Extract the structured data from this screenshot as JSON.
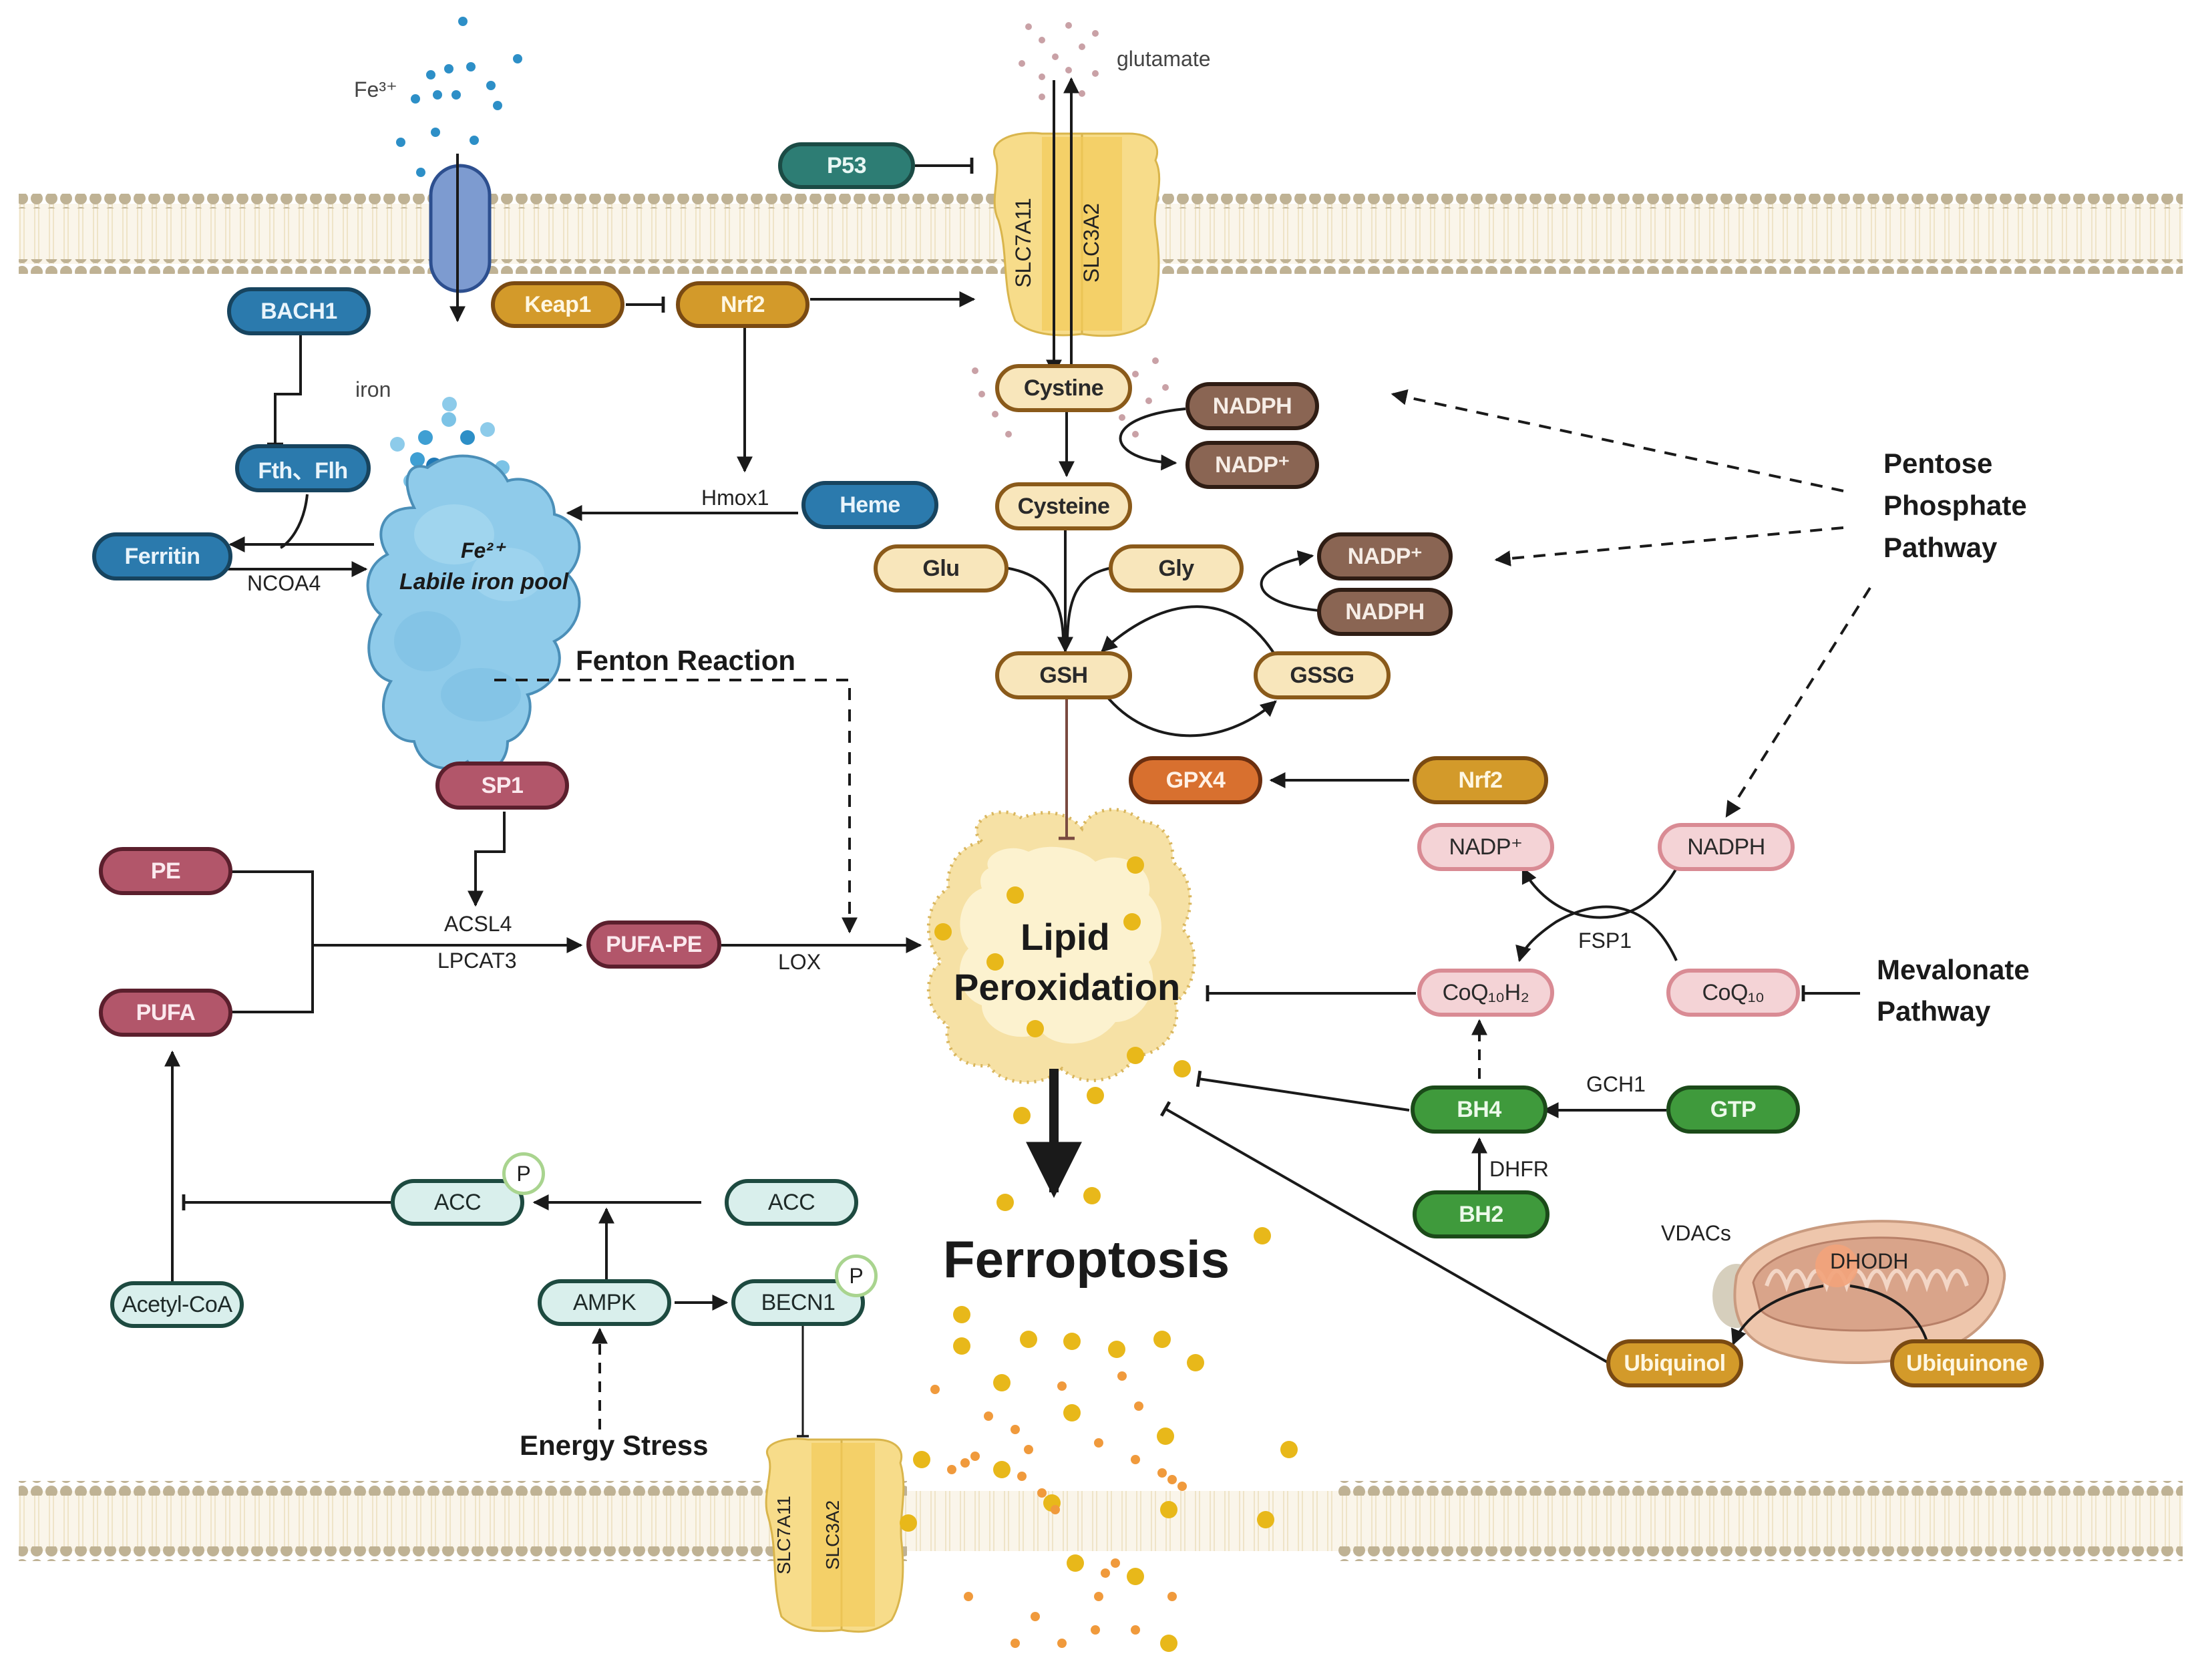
{
  "title": "Ferroptosis signaling pathways",
  "colors": {
    "membrane_head": "#bfb294",
    "membrane_fill": "#f7f1e3",
    "iron_dot": "#2d8fc7",
    "lipid_dot": "#e8b81a",
    "orange_dot": "#f09a3c",
    "glutamate_dot": "#c9a1a6",
    "arrow": "#1a1a1a"
  },
  "ions": {
    "fe3_label": "Fe³⁺",
    "iron_label": "iron",
    "glutamate_label": "glutamate"
  },
  "iron_pool": {
    "ion": "Fe²⁺",
    "label": "Labile iron pool"
  },
  "transporter": {
    "subunit_a": "SLC7A11",
    "subunit_b": "SLC3A2"
  },
  "nodes": {
    "p53": "P53",
    "bach1": "BACH1",
    "keap1": "Keap1",
    "nrf2_top": "Nrf2",
    "fth_flh": "Fth、Flh",
    "ferritin": "Ferritin",
    "heme": "Heme",
    "cystine": "Cystine",
    "cysteine": "Cysteine",
    "glu": "Glu",
    "gly": "Gly",
    "gsh": "GSH",
    "gssg": "GSSG",
    "nadph_1": "NADPH",
    "nadp_1": "NADP⁺",
    "nadp_2": "NADP⁺",
    "nadph_2": "NADPH",
    "gpx4": "GPX4",
    "nrf2_gpx": "Nrf2",
    "nadp_pink": "NADP⁺",
    "nadph_pink": "NADPH",
    "coq10h2": "CoQ₁₀H₂",
    "coq10": "CoQ₁₀",
    "bh4": "BH4",
    "gtp": "GTP",
    "bh2": "BH2",
    "ubiquinol": "Ubiquinol",
    "ubiquinone": "Ubiquinone",
    "sp1": "SP1",
    "pe": "PE",
    "pufa": "PUFA",
    "pufa_pe": "PUFA-PE",
    "acc_p": "ACC",
    "acc": "ACC",
    "acetyl_coa": "Acetyl-CoA",
    "ampk": "AMPK",
    "becn1": "BECN1",
    "phospho": "P"
  },
  "edge_labels": {
    "hmox1": "Hmox1",
    "ncoa4": "NCOA4",
    "acsl4": "ACSL4",
    "lpcat3": "LPCAT3",
    "lox": "LOX",
    "fsp1": "FSP1",
    "gch1": "GCH1",
    "dhfr": "DHFR",
    "vdacs": "VDACs",
    "dhodh": "DHODH"
  },
  "headings": {
    "fenton": "Fenton Reaction",
    "pentose_1": "Pentose",
    "pentose_2": "Phosphate",
    "pentose_3": "Pathway",
    "mevalonate_1": "Mevalonate",
    "mevalonate_2": "Pathway",
    "energy_stress": "Energy Stress",
    "lipid_1": "Lipid",
    "lipid_2": "Peroxidation",
    "ferroptosis": "Ferroptosis"
  }
}
